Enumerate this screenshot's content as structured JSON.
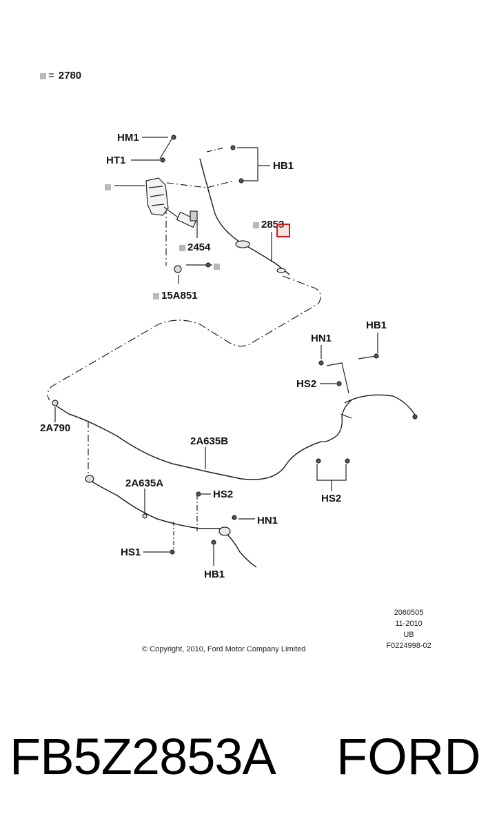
{
  "legend": {
    "symbol": "▦",
    "eq": "=",
    "value": "2780"
  },
  "callouts": {
    "hm1": "HM1",
    "ht1": "HT1",
    "hb1_top": "HB1",
    "part_2853": "2853",
    "part_2454": "2454",
    "part_15A851": "15A851",
    "hn1_right": "HN1",
    "hb1_right": "HB1",
    "hs2_right": "HS2",
    "part_2A790": "2A790",
    "part_2A635B": "2A635B",
    "hs2_lower_right": "HS2",
    "part_2A635A": "2A635A",
    "hs2_lower": "HS2",
    "hn1_lower": "HN1",
    "hs1": "HS1",
    "hb1_lower": "HB1"
  },
  "meta": {
    "line1": "2060505",
    "line2": "11-2010",
    "line3": "UB",
    "line4": "F0224998-02"
  },
  "copyright": "© Copyright, 2010, Ford Motor Company Limited",
  "footer": {
    "part_number": "FB5Z2853A",
    "brand": "FORD"
  },
  "colors": {
    "highlight": "#d01818",
    "placeholder_square": "#b8b8b8"
  }
}
